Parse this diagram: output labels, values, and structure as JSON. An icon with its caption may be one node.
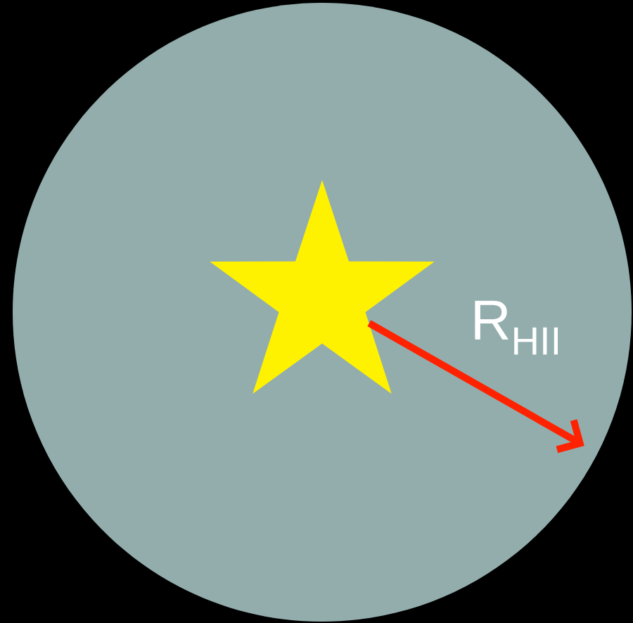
{
  "diagram": {
    "nodes": [
      {
        "text": [],
        "shape": "circle"
      },
      {
        "text": [],
        "shape": "star",
        "in": 0
      }
    ],
    "edges": [
      {
        "from": 1,
        "to": 0,
        "arrow": "to",
        "label": "R$_{HII}$",
        "color": "#ff2200"
      }
    ]
  }
}
